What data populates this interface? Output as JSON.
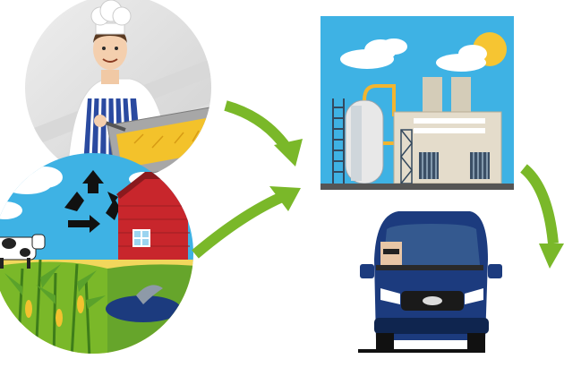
{
  "illustration": {
    "panels": [
      {
        "id": "chef",
        "icon": "chef-frying-icon"
      },
      {
        "id": "farm",
        "icon": "farm-recycling-icon"
      },
      {
        "id": "factory",
        "icon": "biofuel-refinery-icon"
      },
      {
        "id": "van",
        "icon": "delivery-van-icon"
      }
    ],
    "arrows": [
      "arrow-chef-to-factory",
      "arrow-farm-to-factory",
      "arrow-factory-to-van"
    ],
    "colors": {
      "arrow": "#7ab829",
      "sky": "#3eb2e4",
      "van": "#1c3b7e",
      "barn": "#c8262c",
      "apron_stripe": "#2a4aa0",
      "sun": "#f6c532"
    }
  }
}
